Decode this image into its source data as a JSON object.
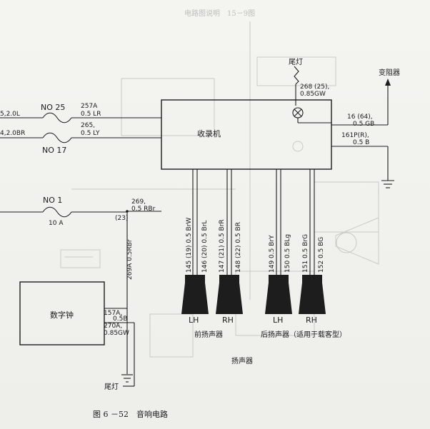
{
  "diagram": {
    "caption": "图 6 －52　音响电路",
    "faded_heading": "电路图说明　15－9图",
    "radio_unit": "收录机",
    "digital_clock": "数字钟",
    "rheostat": "变阻器",
    "tail_light_top": "尾灯",
    "tail_light_bottom": "尾灯",
    "front_speakers": "前扬声器",
    "rear_speakers": "后扬声器（适用于载客型）",
    "speaker_label": "扬声器",
    "fuses": [
      {
        "name": "NO 25"
      },
      {
        "name": "NO 17"
      },
      {
        "name": "NO 1",
        "rating": "10 A"
      }
    ],
    "left_wires": [
      "5,2.0L",
      "4,2.0BR"
    ],
    "wires": {
      "w257": [
        "257A",
        "0.5 LR"
      ],
      "w265": [
        "265,",
        "0.5 LY"
      ],
      "w268": [
        "268 (25),",
        "0.85GW"
      ],
      "w16": [
        "16 (64),",
        "0.5 GB"
      ],
      "w161": [
        "161P(R),",
        "0.5 B"
      ],
      "w269": [
        "269,",
        "0.5 RBr"
      ],
      "w23": "(23)",
      "w269a": "269A 0.5RBr",
      "w157": [
        "157A,",
        "0.5B"
      ],
      "w270": [
        "270A,",
        "0.85GW"
      ]
    },
    "speaker_wires": [
      "145 (19) 0.5 BrW",
      "146 (20) 0.5 BrL",
      "147 (21) 0.5 BrR",
      "148 (22) 0.5 BR",
      "149 0.5 BrY",
      "150 0.5 BLg",
      "151 0.5 BrG",
      "152 0.5 BG"
    ],
    "speaker_sides": [
      "LH",
      "RH",
      "LH",
      "RH"
    ]
  }
}
